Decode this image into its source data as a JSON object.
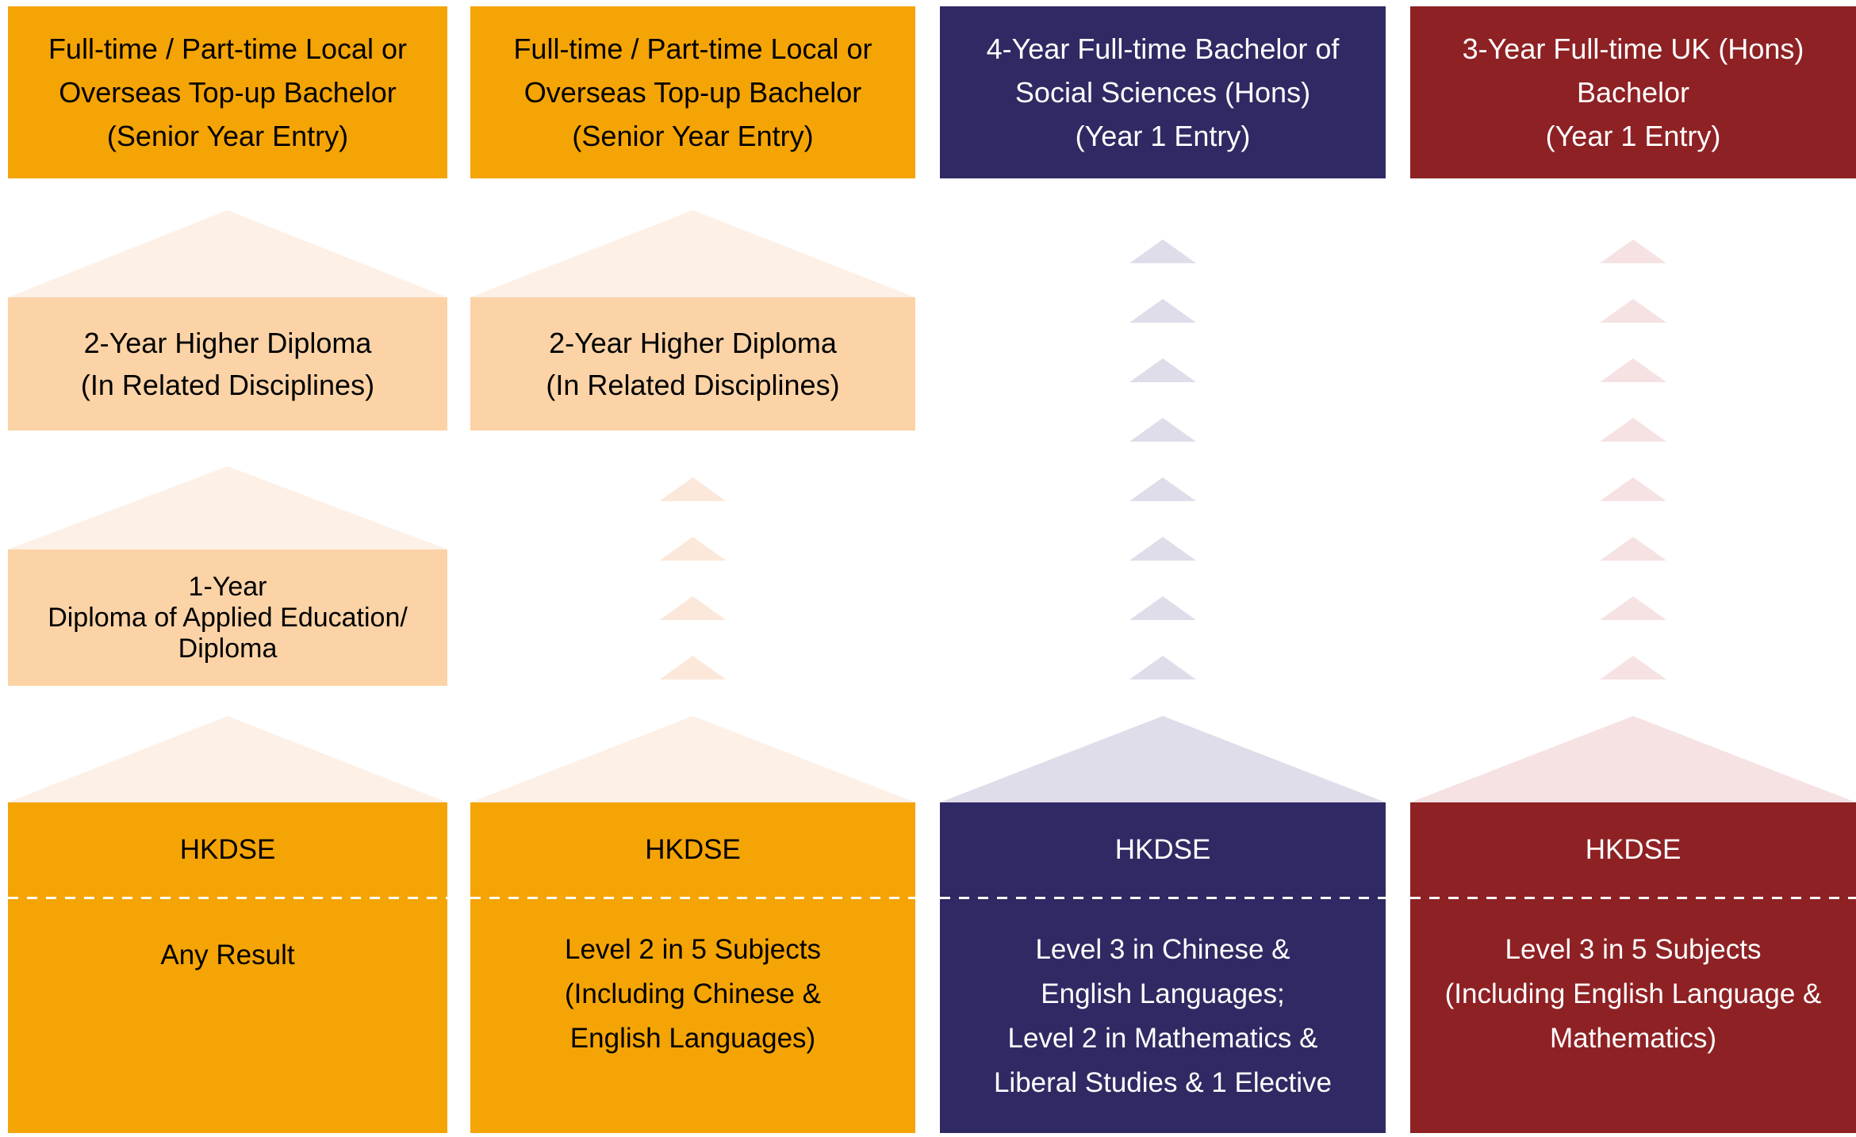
{
  "palette": {
    "paper": "#ffffff",
    "orange": "#F5A405",
    "navy": "#2F2A63",
    "maroon": "#8E2124",
    "peach": "#FBD3A6",
    "tri-peach-big": "#FDF0E6",
    "tri-peach-small": "#FCE8DB",
    "tri-lavender": "#DFDDE9",
    "tri-pink": "#F6E2E3",
    "ink": "#000000"
  },
  "columns": [
    {
      "header": {
        "lines": [
          "Full-time / Part-time Local or",
          "Overseas Top-up Bachelor",
          "(Senior Year Entry)"
        ]
      },
      "boxes": [
        {
          "lines": [
            "2-Year Higher Diploma",
            "(In Related Disciplines)"
          ]
        },
        {
          "lines": [
            "1-Year",
            "Diploma of Applied Education/",
            "Diploma"
          ]
        }
      ],
      "hkdse": {
        "title": "HKDSE",
        "requirements": [
          "Any Result"
        ]
      }
    },
    {
      "header": {
        "lines": [
          "Full-time / Part-time Local or",
          "Overseas Top-up Bachelor",
          "(Senior Year Entry)"
        ]
      },
      "boxes": [
        {
          "lines": [
            "2-Year Higher Diploma",
            "(In Related Disciplines)"
          ]
        }
      ],
      "hkdse": {
        "title": "HKDSE",
        "requirements": [
          "Level 2 in 5 Subjects",
          "(Including Chinese &",
          "English Languages)"
        ]
      }
    },
    {
      "header": {
        "lines": [
          "4-Year Full-time Bachelor of",
          "Social Sciences (Hons)",
          "(Year 1 Entry)"
        ]
      },
      "hkdse": {
        "title": "HKDSE",
        "requirements": [
          "Level 3 in Chinese &",
          "English Languages;",
          "Level 2 in Mathematics &",
          "Liberal Studies & 1 Elective"
        ]
      }
    },
    {
      "header": {
        "lines": [
          "3-Year Full-time UK (Hons)",
          "Bachelor",
          "(Year 1 Entry)"
        ]
      },
      "hkdse": {
        "title": "HKDSE",
        "requirements": [
          "Level 3 in 5 Subjects",
          "(Including English Language &",
          "Mathematics)"
        ]
      }
    }
  ]
}
